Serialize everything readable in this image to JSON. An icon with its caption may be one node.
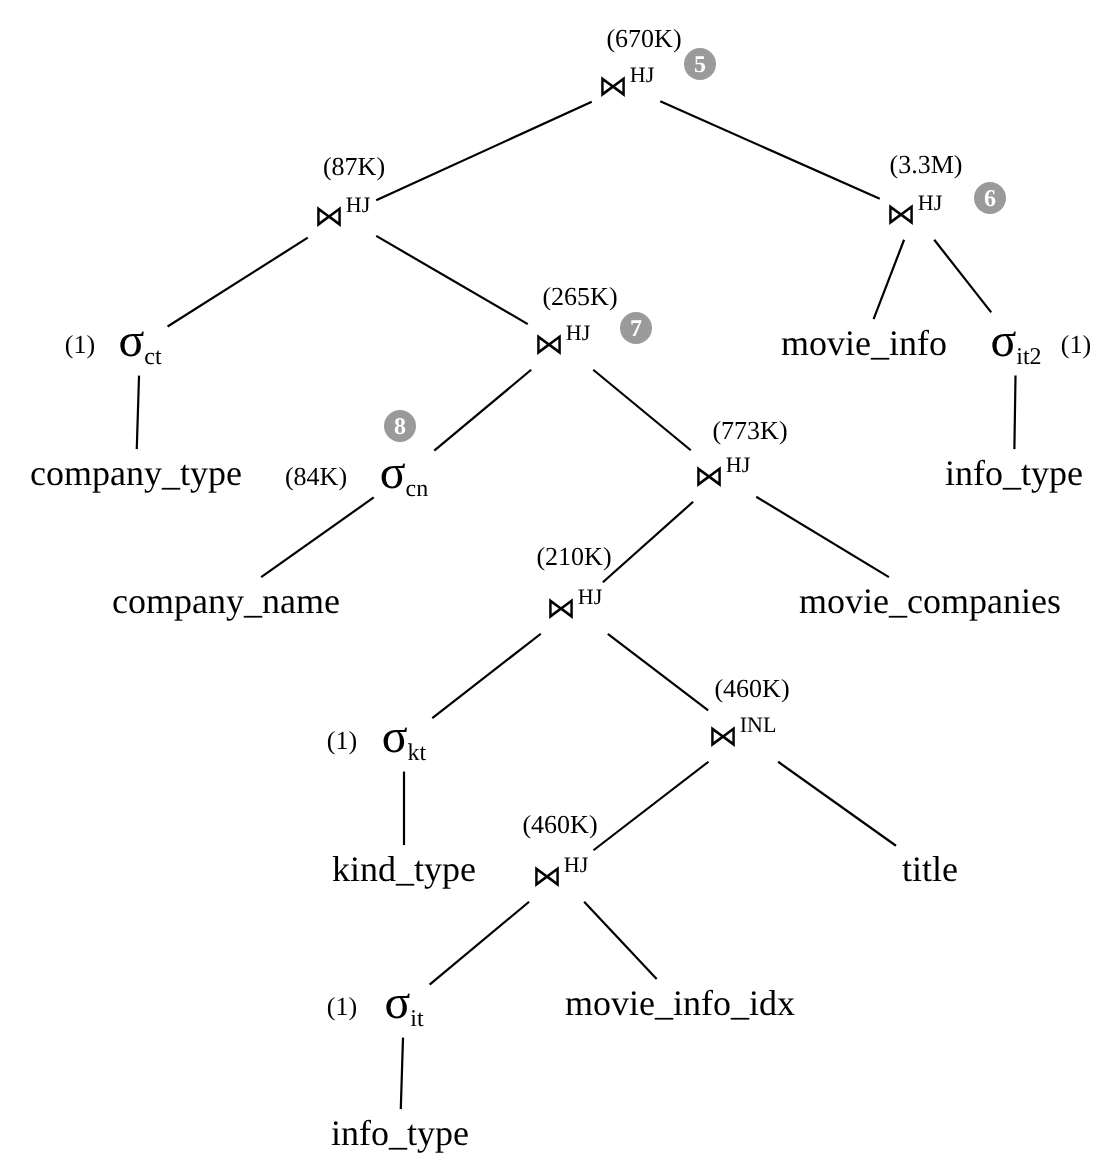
{
  "diagram": {
    "nodes": [
      {
        "text": [
          "⋈$^{HJ}$"
        ],
        "beside": [
          "(670K)"
        ]
      },
      {
        "text": [
          "⋈$^{HJ}$"
        ],
        "beside": [
          "(87K)"
        ]
      },
      {
        "text": [
          "⋈$^{HJ}$"
        ],
        "beside": [
          "(3.3M)"
        ]
      },
      {
        "text": [
          "σ$_{ct}$"
        ],
        "beside": [
          "(1)"
        ]
      },
      {
        "text": [
          "⋈$^{HJ}$"
        ],
        "beside": [
          "(265K)"
        ]
      },
      {
        "text": [
          "movie_info"
        ]
      },
      {
        "text": [
          "σ$_{it2}$"
        ],
        "beside": [
          "(1)"
        ]
      },
      {
        "text": [
          "company_type"
        ]
      },
      {
        "text": [
          "σ$_{cn}$"
        ],
        "beside": [
          "(84K)"
        ]
      },
      {
        "text": [
          "⋈$^{HJ}$"
        ],
        "beside": [
          "(773K)"
        ]
      },
      {
        "text": [
          "info_type"
        ]
      },
      {
        "text": [
          "company_name"
        ]
      },
      {
        "text": [
          "⋈$^{HJ}$"
        ],
        "beside": [
          "(210K)"
        ]
      },
      {
        "text": [
          "movie_companies"
        ]
      },
      {
        "text": [
          "σ$_{kt}$"
        ],
        "beside": [
          "(1)"
        ]
      },
      {
        "text": [
          "⋈$^{INL}$"
        ],
        "beside": [
          "(460K)"
        ]
      },
      {
        "text": [
          "kind_type"
        ]
      },
      {
        "text": [
          "⋈$^{HJ}$"
        ],
        "beside": [
          "(460K)"
        ]
      },
      {
        "text": [
          "title"
        ]
      },
      {
        "text": [
          "σ$_{it}$"
        ],
        "beside": [
          "(1)"
        ]
      },
      {
        "text": [
          "movie_info_idx"
        ]
      },
      {
        "text": [
          "info_type"
        ]
      }
    ],
    "edges": [
      {
        "from": 0,
        "to": 1,
        "arrow": "none"
      },
      {
        "from": 0,
        "to": 2,
        "arrow": "none"
      },
      {
        "from": 1,
        "to": 3,
        "arrow": "none"
      },
      {
        "from": 1,
        "to": 4,
        "arrow": "none"
      },
      {
        "from": 2,
        "to": 5,
        "arrow": "none"
      },
      {
        "from": 2,
        "to": 6,
        "arrow": "none"
      },
      {
        "from": 3,
        "to": 7,
        "arrow": "none"
      },
      {
        "from": 4,
        "to": 8,
        "arrow": "none"
      },
      {
        "from": 4,
        "to": 9,
        "arrow": "none"
      },
      {
        "from": 6,
        "to": 10,
        "arrow": "none"
      },
      {
        "from": 8,
        "to": 11,
        "arrow": "none"
      },
      {
        "from": 9,
        "to": 12,
        "arrow": "none"
      },
      {
        "from": 9,
        "to": 13,
        "arrow": "none"
      },
      {
        "from": 12,
        "to": 14,
        "arrow": "none"
      },
      {
        "from": 12,
        "to": 15,
        "arrow": "none"
      },
      {
        "from": 14,
        "to": 16,
        "arrow": "none"
      },
      {
        "from": 15,
        "to": 17,
        "arrow": "none"
      },
      {
        "from": 15,
        "to": 18,
        "arrow": "none"
      },
      {
        "from": 17,
        "to": 19,
        "arrow": "none"
      },
      {
        "from": 17,
        "to": 20,
        "arrow": "none"
      },
      {
        "from": 19,
        "to": 21,
        "arrow": "none"
      }
    ],
    "labels": [
      "5",
      "6",
      "7",
      "8"
    ]
  }
}
